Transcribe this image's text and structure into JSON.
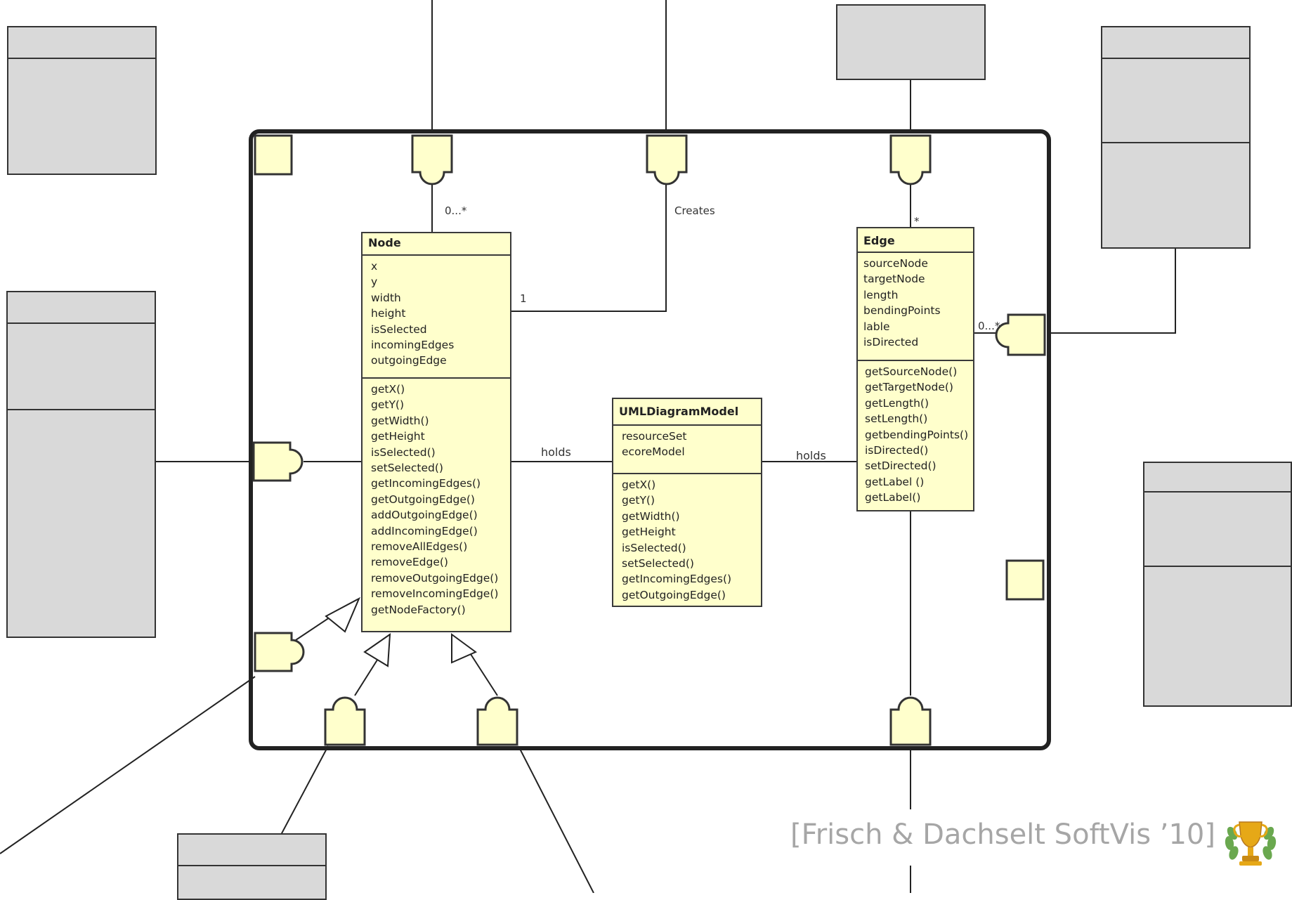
{
  "classes": {
    "node": {
      "title": "Node",
      "attributes": [
        "x",
        "y",
        "width",
        "height",
        "isSelected",
        "incomingEdges",
        "outgoingEdge"
      ],
      "methods": [
        "getX()",
        "getY()",
        "getWidth()",
        "getHeight",
        "isSelected()",
        "setSelected()",
        "getIncomingEdges()",
        "getOutgoingEdge()",
        "addOutgoingEdge()",
        "addIncomingEdge()",
        "removeAllEdges()",
        "removeEdge()",
        "removeOutgoingEdge()",
        "removeIncomingEdge()",
        "getNodeFactory()"
      ]
    },
    "model": {
      "title": "UMLDiagramModel",
      "attributes": [
        "resourceSet",
        "ecoreModel"
      ],
      "methods": [
        "getX()",
        "getY()",
        "getWidth()",
        "getHeight",
        "isSelected()",
        "setSelected()",
        "getIncomingEdges()",
        "getOutgoingEdge()"
      ]
    },
    "edge": {
      "title": "Edge",
      "attributes": [
        "sourceNode",
        "targetNode",
        "length",
        "bendingPoints",
        "lable",
        "isDirected"
      ],
      "methods": [
        "getSourceNode()",
        "getTargetNode()",
        "getLength()",
        "setLength()",
        "getbendingPoints()",
        "isDirected()",
        "setDirected()",
        "getLabel ()",
        "getLabel()"
      ]
    }
  },
  "labels": {
    "node_multiplicity_top": "0...*",
    "creates": "Creates",
    "one": "1",
    "holds_left": "holds",
    "holds_right": "holds",
    "edge_multiplicity_top": "*",
    "edge_multiplicity_right": "0...*"
  },
  "citation": "[Frisch & Dachselt SoftVis ’10]",
  "icons": {
    "trophy": "trophy-icon"
  },
  "colors": {
    "class_fill": "#ffffcc",
    "stub_fill": "#d9d9d9",
    "stroke": "#333333",
    "citation": "#a6a6a6"
  }
}
